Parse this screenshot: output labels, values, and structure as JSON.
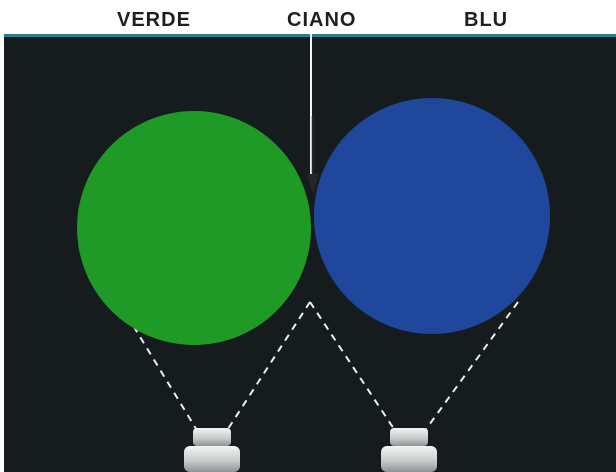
{
  "labels": {
    "left": "VERDE",
    "middle": "CIANO",
    "right": "BLU"
  },
  "colors": {
    "background": "#161c1d",
    "edge": "#2b7f8a",
    "green": "#1f9a27",
    "blue": "#1f479b",
    "cyan_overlap": "#a8cedf",
    "beam": "#e8f0f2",
    "arrow": "#262626",
    "projector": "#d5d8d8"
  },
  "icons": {
    "projector": "projector-icon",
    "arrow": "arrow-down-icon"
  }
}
